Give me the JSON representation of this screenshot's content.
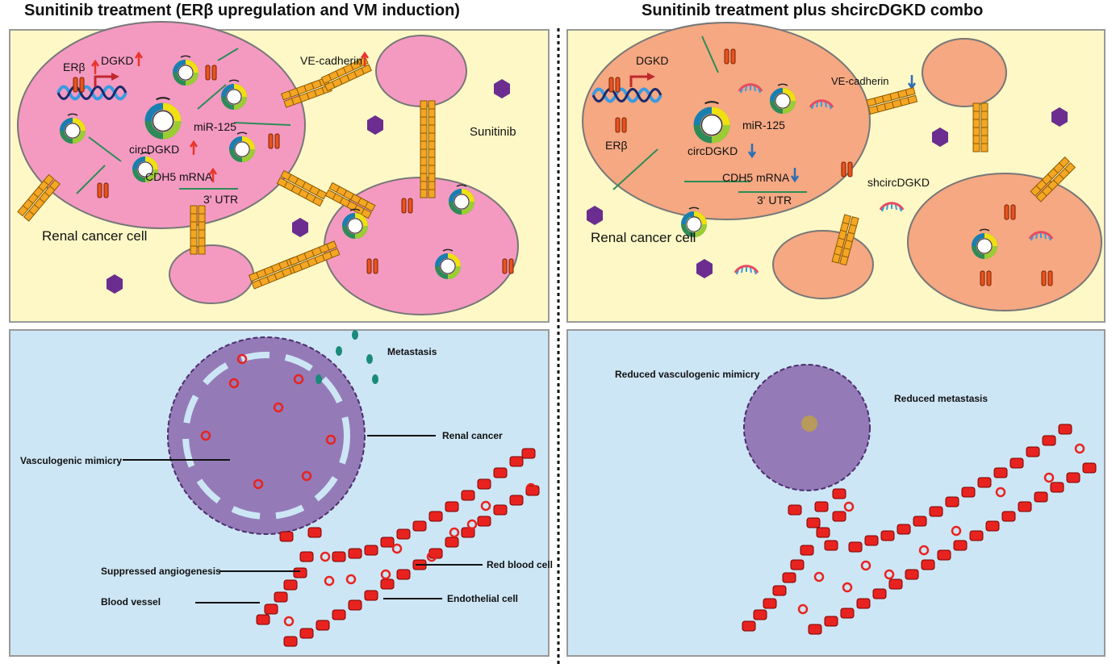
{
  "left": {
    "title": "Sunitinib treatment (ERβ upregulation and VM induction)",
    "labels": {
      "erb": "ERβ",
      "dgkd": "DGKD",
      "mir125": "miR-125",
      "circdgkd": "circDGKD",
      "cdh5": "CDH5 mRNA",
      "utr": "3' UTR",
      "vecadherin": "VE-cadherin",
      "sunitinib": "Sunitinib",
      "renal_cell": "Renal cancer cell"
    },
    "bottom": {
      "metastasis": "Metastasis",
      "renal_cancer": "Renal cancer",
      "vm": "Vasculogenic mimicry",
      "suppressed": "Suppressed angiogenesis",
      "rbc": "Red blood cell",
      "vessel": "Blood vessel",
      "endothelial": "Endothelial cell"
    }
  },
  "right": {
    "title": "Sunitinib treatment plus shcircDGKD combo",
    "labels": {
      "dgkd": "DGKD",
      "mir125": "miR-125",
      "erb": "ERβ",
      "circdgkd": "circDGKD",
      "cdh5": "CDH5 mRNA",
      "utr": "3' UTR",
      "vecadherin": "VE-cadherin",
      "shcirc": "shcircDGKD",
      "renal_cell": "Renal cancer cell"
    },
    "bottom": {
      "reduced_vm": "Reduced vasculogenic mimicry",
      "reduced_meta": "Reduced metastasis"
    }
  },
  "colors": {
    "panel_top": "#fdf8c6",
    "panel_bottom": "#cde6f5",
    "cell_left": "#f49ac1",
    "cell_right": "#f5a882",
    "up_arrow": "#e8352b",
    "down_arrow": "#2b6fb5",
    "drug": "#6b2d8f",
    "vessel": "#e8231f",
    "tumor": "#8e6fb0"
  }
}
